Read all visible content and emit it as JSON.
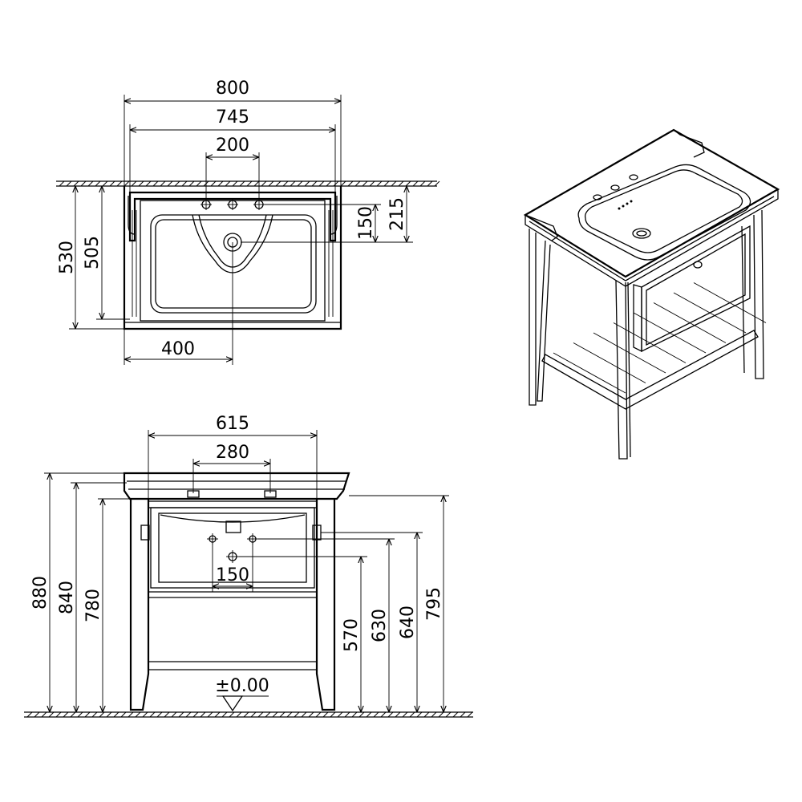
{
  "plan_view": {
    "dim_overall_width": "800",
    "dim_basin_width": "745",
    "dim_tap_spacing": "200",
    "dim_outlet_offset": "400",
    "dim_overall_depth": "530",
    "dim_basin_depth": "505",
    "dim_tap_to_outlet": "150",
    "dim_wall_to_outlet": "215"
  },
  "front_view": {
    "dim_frame_width": "615",
    "dim_tap_spacing": "280",
    "dim_waste_spacing": "150",
    "dim_total_height": "880",
    "dim_basin_top": "840",
    "dim_frame_top": "780",
    "dim_waste_low": "570",
    "dim_waste_mid": "630",
    "dim_waste_high": "640",
    "dim_rim_height": "795",
    "floor_level": "±0.00"
  }
}
